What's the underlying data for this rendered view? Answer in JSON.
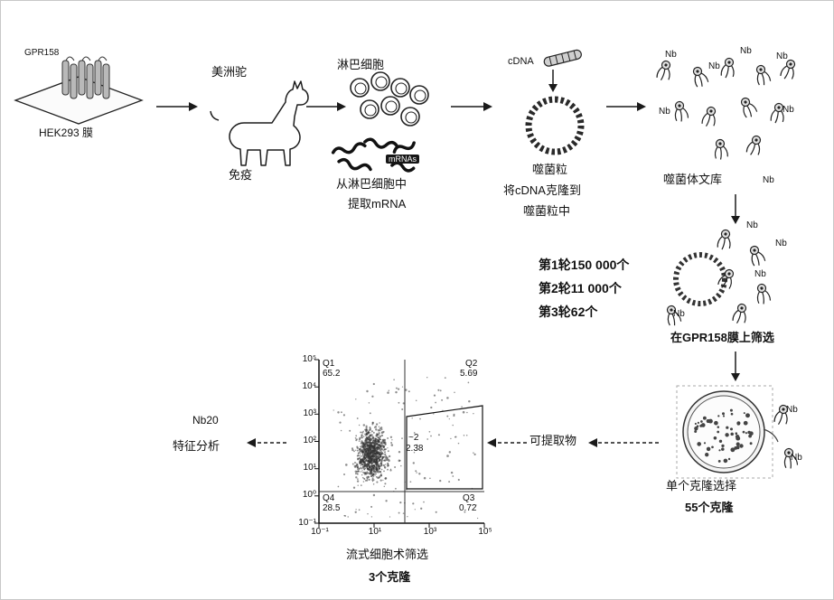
{
  "labels": {
    "nb": "Nb"
  },
  "membrane": {
    "protein": "GPR158",
    "cell": "HEK293 膜"
  },
  "llama": {
    "title": "美洲驼",
    "caption": "免疫"
  },
  "lymphocytes": {
    "title": "淋巴细胞",
    "mrna": "mRNAs",
    "caption1": "从淋巴细胞中",
    "caption2": "提取mRNA"
  },
  "phagemid": {
    "cdna": "cDNA",
    "name": "噬菌粒",
    "caption1": "将cDNA克隆到",
    "caption2": "噬菌粒中"
  },
  "library": {
    "caption": "噬菌体文库"
  },
  "panning": {
    "round1": "第1轮150 000个",
    "round2": "第2轮11 000个",
    "round3": "第3轮62个",
    "caption": "在GPR158膜上筛选"
  },
  "picking": {
    "caption": "单个克隆选择",
    "count": "55个克隆"
  },
  "extract": {
    "label": "可提取物"
  },
  "flow": {
    "caption": "流式细胞术筛选",
    "count": "3个克隆",
    "q1_name": "Q1",
    "q1_value": "65.2",
    "q2_name": "Q2",
    "q2_value": "5.69",
    "q3_name": "Q3",
    "q3_value": "0.72",
    "q4_name": "Q4",
    "q4_value": "28.5",
    "gate_name": "~2",
    "gate_value": "2.38",
    "y_ticks": [
      "10⁵",
      "10⁴",
      "10³",
      "10²",
      "10¹",
      "10⁰",
      "10⁻¹"
    ],
    "x_ticks": [
      "10⁻¹",
      "10¹",
      "10³",
      "10⁵"
    ]
  },
  "result": {
    "name": "Nb20",
    "caption": "特征分析"
  }
}
